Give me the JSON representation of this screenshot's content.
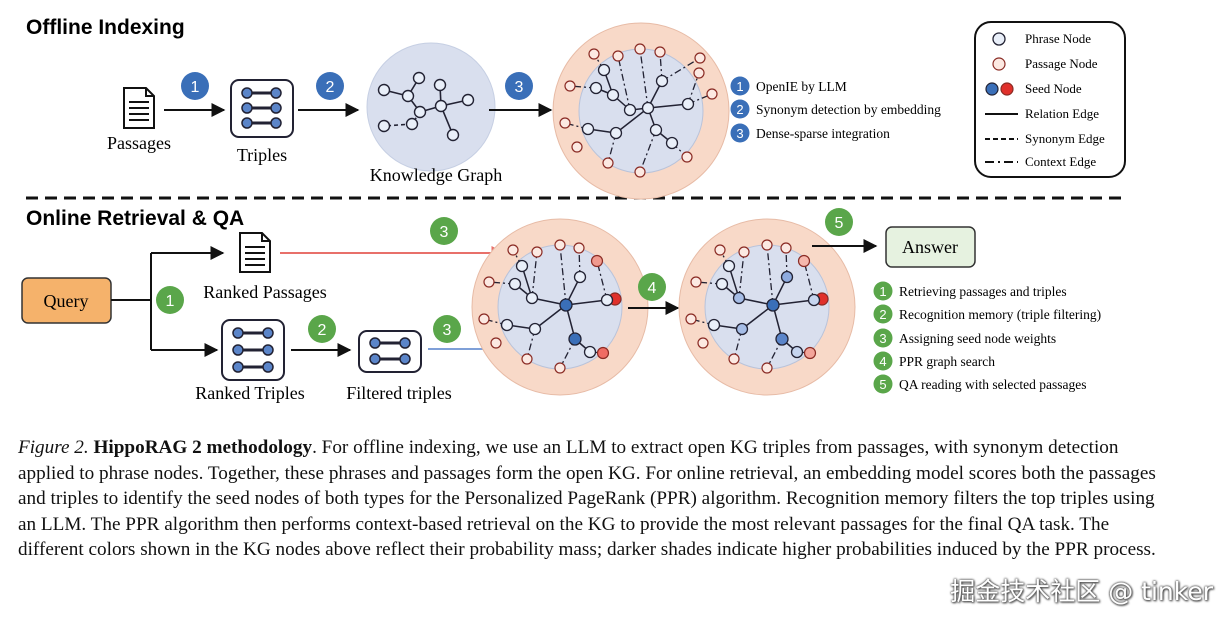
{
  "sections": {
    "offline_title": "Offline Indexing",
    "online_title": "Online Retrieval & QA"
  },
  "offline": {
    "passages_label": "Passages",
    "triples_label": "Triples",
    "kg_label": "Knowledge Graph",
    "step_numbers": [
      "1",
      "2",
      "3"
    ],
    "steps": [
      {
        "num": "1",
        "text": "OpenIE by LLM"
      },
      {
        "num": "2",
        "text": "Synonym detection by embedding"
      },
      {
        "num": "3",
        "text": "Dense-sparse integration"
      }
    ]
  },
  "legend": {
    "phrase_node": "Phrase Node",
    "passage_node": "Passage Node",
    "seed_node": "Seed Node",
    "relation_edge": "Relation Edge",
    "synonym_edge": "Synonym Edge",
    "context_edge": "Context Edge"
  },
  "online": {
    "query_label": "Query",
    "ranked_passages_label": "Ranked Passages",
    "ranked_triples_label": "Ranked Triples",
    "filtered_triples_label": "Filtered triples",
    "answer_label": "Answer",
    "step_numbers": [
      "1",
      "2",
      "3",
      "3",
      "4",
      "5"
    ],
    "steps": [
      {
        "num": "1",
        "text": "Retrieving passages and triples"
      },
      {
        "num": "2",
        "text": "Recognition memory (triple filtering)"
      },
      {
        "num": "3",
        "text": "Assigning seed node weights"
      },
      {
        "num": "4",
        "text": "PPR graph search"
      },
      {
        "num": "5",
        "text": "QA reading with selected passages"
      }
    ]
  },
  "caption": {
    "label": "Figure 2.",
    "title": "HippoRAG 2 methodology",
    "body": ". For offline indexing, we use an LLM to extract open KG triples from passages, with synonym detection applied to phrase nodes. Together, these phrases and passages form the open KG. For online retrieval, an embedding model scores both the passages and triples to identify the seed nodes of both types for the Personalized PageRank (PPR) algorithm. Recognition memory filters the top triples using an LLM. The PPR algorithm then performs context-based retrieval on the KG to provide the most relevant passages for the final QA task. The different colors shown in the KG nodes above reflect their probability mass; darker shades indicate higher probabilities induced by the PPR process."
  },
  "watermark": "掘金技术社区 @ tinker",
  "colors": {
    "blue_badge": "#3a6fb8",
    "green_badge": "#5aa64a",
    "query_fill": "#f5b26b",
    "answer_fill": "#e6f2e0",
    "kg_inner": "#d9dfee",
    "kg_outer": "#f8d9c8",
    "seed_red": "#e0302b",
    "seed_blue": "#6a8fd0"
  }
}
